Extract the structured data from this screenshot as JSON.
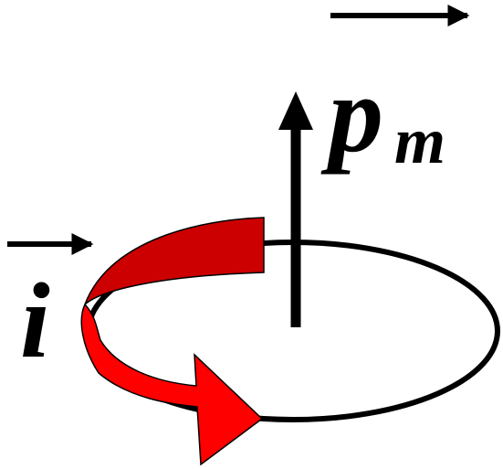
{
  "labels": {
    "magnetic_moment": "p",
    "magnetic_moment_subscript": "m",
    "current": "i"
  },
  "colors": {
    "background": "#ffffff",
    "ink": "#000000",
    "arrow_top_face": "#cc0000",
    "arrow_front_face": "#ff0000"
  }
}
